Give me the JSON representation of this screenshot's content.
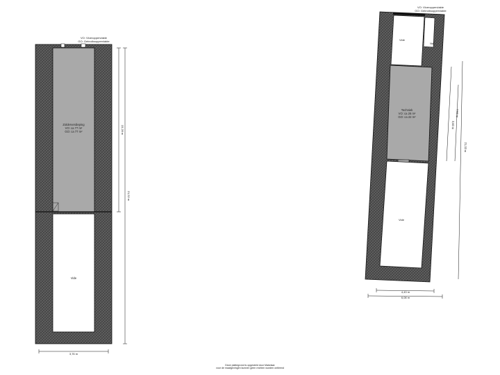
{
  "colors": {
    "wall": "#4d4d4d",
    "hatch": "#6a6a6a",
    "room_gray": "#a9a9a9",
    "room_white": "#ffffff",
    "line": "#111111"
  },
  "left_plan": {
    "legend_vo": "VO: Vloeroppervlakte",
    "legend_go": "GO: Gebruiksoppervlakte",
    "room_gray": {
      "name": "Zolderverdieping",
      "vo": "VO: ca 77 m²",
      "go": "GO: ca 77 m²"
    },
    "room_white": {
      "name": "Vide"
    },
    "dim_width": "3,76 m",
    "dim_height_inner": "15,28 m",
    "dim_height_outer": "21,52 m"
  },
  "right_plan": {
    "legend_vo": "VO: Vloeroppervlakte",
    "legend_go": "GO: Gebruiksoppervlakte",
    "room_top": {
      "name": "Vide"
    },
    "room_side": {
      "name": "Vide"
    },
    "room_gray": {
      "name": "Techniek",
      "vo": "VO: ca 26 m²",
      "go": "GO: ca 22 m²"
    },
    "room_bottom": {
      "name": "Vide"
    },
    "dim_width_inner": "4,43 m",
    "dim_width_outer": "6,08 m",
    "dim_height_a": "7,56 m",
    "dim_height_b": "3,80 m",
    "dim_height_c": "21,33 m"
  },
  "footer": {
    "line1": "Deze plattegrond is opgesteld door Makelaar",
    "line2": "voor de maatgevingen kunnen geen rechten worden ontleend"
  }
}
